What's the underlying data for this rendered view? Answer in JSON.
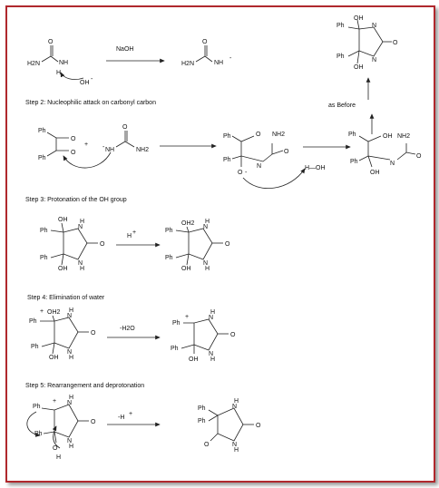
{
  "steps": {
    "s2": "Step 2: Nucleophilic attack on carbonyl carbon",
    "s3": "Step 3: Protonation of the OH group",
    "s4": "Step 4: Elimination of water",
    "s5": "Step 5: Rearrangement and deprotonation"
  },
  "reagents": {
    "naoh": "NaOH",
    "as_before": "as Before",
    "h_plus": "H",
    "h2o": "-H2O",
    "minus_h": "-H"
  },
  "atoms": {
    "ph": "Ph",
    "o": "O",
    "oh": "OH",
    "nh": "NH",
    "h": "H",
    "n": "N",
    "nh2": "NH2",
    "h2n": "H2N",
    "oh2": "OH2",
    "h_oh": "H—OH",
    "minus": "-",
    "plus": "+"
  },
  "colors": {
    "border": "#b0282d",
    "ink": "#222222"
  }
}
